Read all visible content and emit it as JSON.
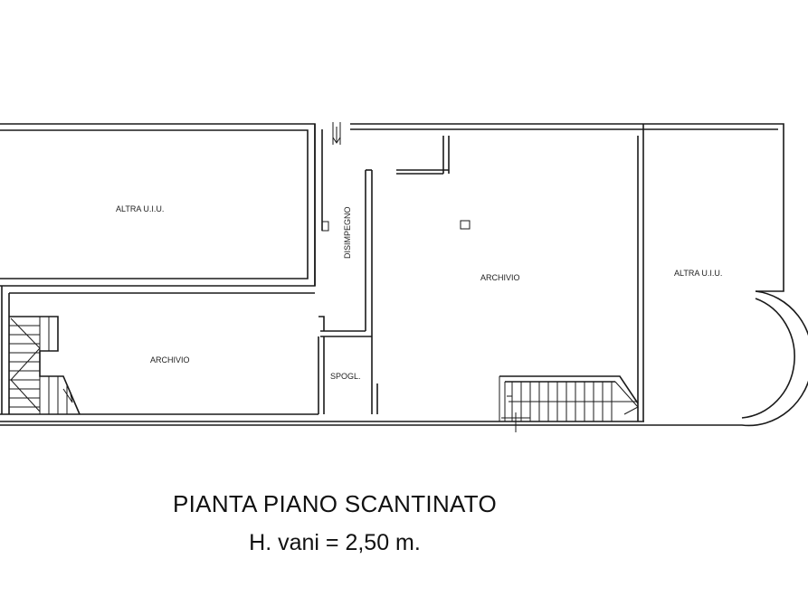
{
  "rooms": {
    "altra_left": "ALTRA  U.I.U.",
    "altra_right": "ALTRA  U.I.U.",
    "archivio_main": "ARCHIVIO",
    "archivio_left": "ARCHIVIO",
    "disimpegno": "DISIMPEGNO",
    "spogl": "SPOGL."
  },
  "caption": {
    "title": "PIANTA PIANO SCANTINATO",
    "subtitle": "H. vani = 2,50 m."
  }
}
